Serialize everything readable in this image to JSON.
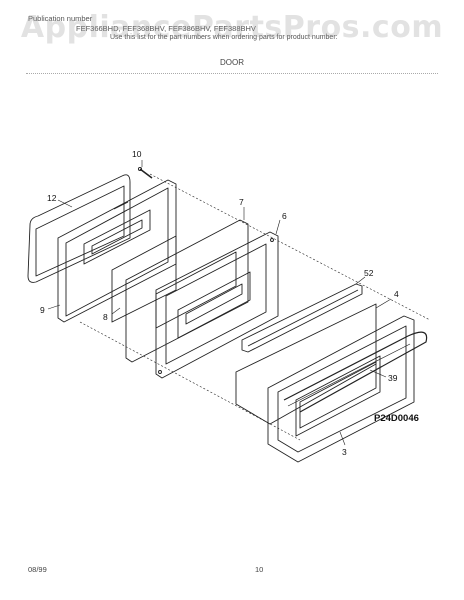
{
  "header": {
    "publication_label": "Publication number",
    "model_line": "FEF366BHD, FEF368BHV, FEF386BHV, FEF388BHV",
    "instruction_line": "Use this list for the part numbers when ordering parts for product number:"
  },
  "watermark": "AppliancePartsPros.com",
  "section_title": "DOOR",
  "callouts": {
    "c10": "10",
    "c12": "12",
    "c7": "7",
    "c6": "6",
    "c9": "9",
    "c8": "8",
    "c52": "52",
    "c4": "4",
    "c39": "39",
    "c3": "3"
  },
  "diagram_code": "P24D0046",
  "footer": {
    "date": "08/99",
    "page": "10"
  },
  "colors": {
    "line": "#222222",
    "watermark": "#969696"
  }
}
